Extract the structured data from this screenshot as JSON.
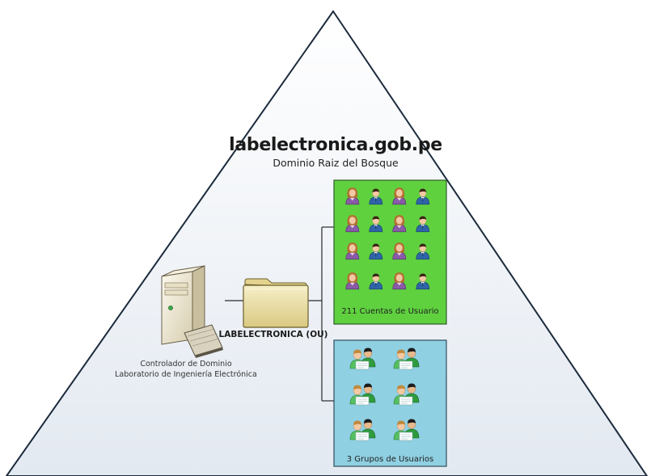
{
  "diagram": {
    "domain_title": "labelectronica.gob.pe",
    "domain_subtitle": "Dominio Raiz del Bosque",
    "ou_label": "LABELECTRONICA (OU)",
    "dc_label_line1": "Controlador de Dominio",
    "dc_label_line2": "Laboratorio de Ingeniería Electrónica",
    "users_box_caption": "211 Cuentas de Usuario",
    "groups_box_caption": "3 Grupos de Usuarios"
  },
  "colors": {
    "triangle_fill": "#e9eef4",
    "triangle_stroke": "#1b2a3c",
    "users_box": "#5fd13f",
    "groups_box": "#8fd0e2",
    "folder": "#eadd9e",
    "server": "#ede6cf"
  },
  "icons": {
    "server": "server-icon",
    "folder": "folder-icon",
    "user": "user-icon",
    "group": "group-icon"
  }
}
